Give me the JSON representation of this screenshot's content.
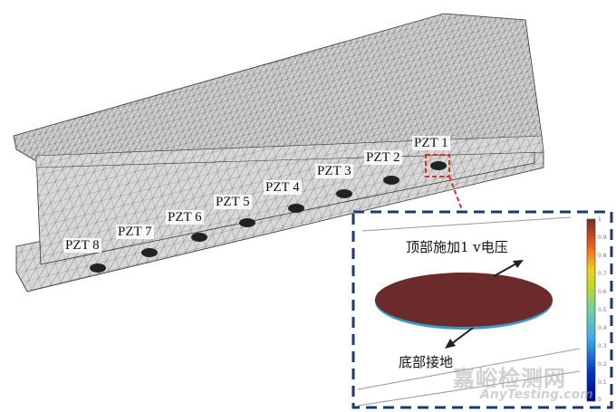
{
  "pzt_labels": [
    "PZT 1",
    "PZT 2",
    "PZT 3",
    "PZT 4",
    "PZT 5",
    "PZT 6",
    "PZT 7",
    "PZT 8"
  ],
  "inset": {
    "top_annotation": "顶部施加1 v电压",
    "bottom_annotation": "底部接地",
    "disk_color": "#6b2b2b",
    "callout_color": "#d9302a",
    "border_color": "#1e3a6b"
  },
  "colorbar": {
    "ticks": [
      "1",
      "0.9",
      "0.8",
      "0.7",
      "0.6",
      "0.5",
      "0.4",
      "0.3",
      "0.2",
      "0.1",
      "0"
    ],
    "colormap": "jet"
  },
  "watermark": {
    "line1": "嘉峪检测网",
    "line2": "AnyTesting.com"
  }
}
